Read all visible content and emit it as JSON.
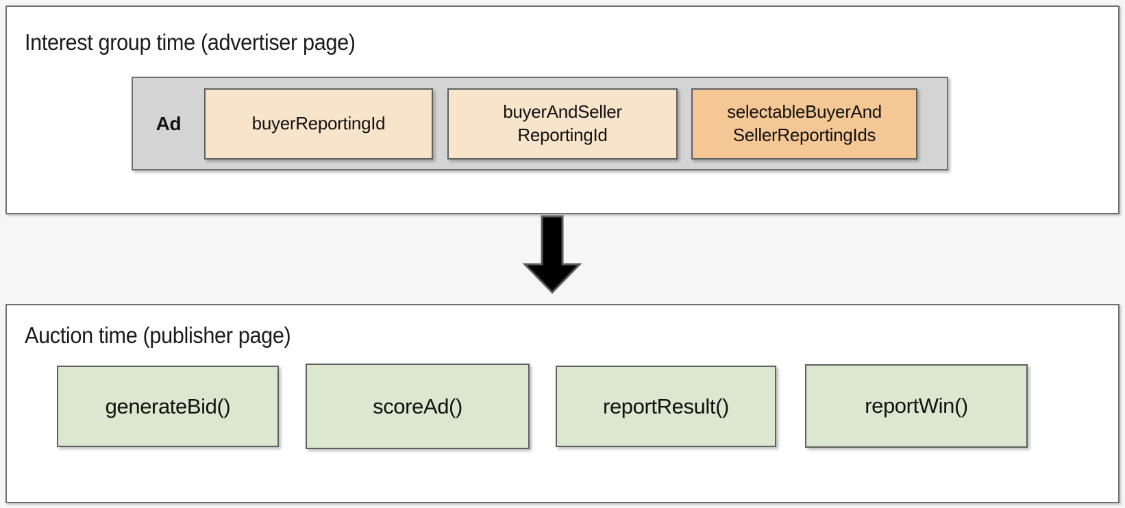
{
  "diagram": {
    "title_semantic": "Protected Audience reporting identifiers flow",
    "background_color": "#f6f6f6",
    "border_color": "#6f7070"
  },
  "phases": [
    {
      "id": "advertiser",
      "title": "Interest group time (advertiser page)",
      "container": {
        "label": "Ad",
        "fill": "#d4d4d4",
        "fields": [
          {
            "label": "buyerReportingId",
            "fill": "#f8e4cb",
            "tone": "light"
          },
          {
            "label": "buyerAndSeller\nReportingId",
            "line1": "buyerAndSeller",
            "line2": "ReportingId",
            "fill": "#f8e4cb",
            "tone": "light"
          },
          {
            "label": "selectableBuyerAnd\nSellerReportingIds",
            "line1": "selectableBuyerAnd",
            "line2": "SellerReportingIds",
            "fill": "#f4c795",
            "tone": "dark"
          }
        ]
      }
    },
    {
      "id": "publisher",
      "title": "Auction time (publisher page)",
      "functions": [
        {
          "label": "generateBid()",
          "fill": "#dce7d0"
        },
        {
          "label": "scoreAd()",
          "fill": "#dce7d0"
        },
        {
          "label": "reportResult()",
          "fill": "#dce7d0"
        },
        {
          "label": "reportWin()",
          "fill": "#dce7d0"
        }
      ]
    }
  ],
  "connector": {
    "name": "down-arrow",
    "direction": "down",
    "color": "#000000",
    "from": "advertiser",
    "to": "publisher"
  }
}
